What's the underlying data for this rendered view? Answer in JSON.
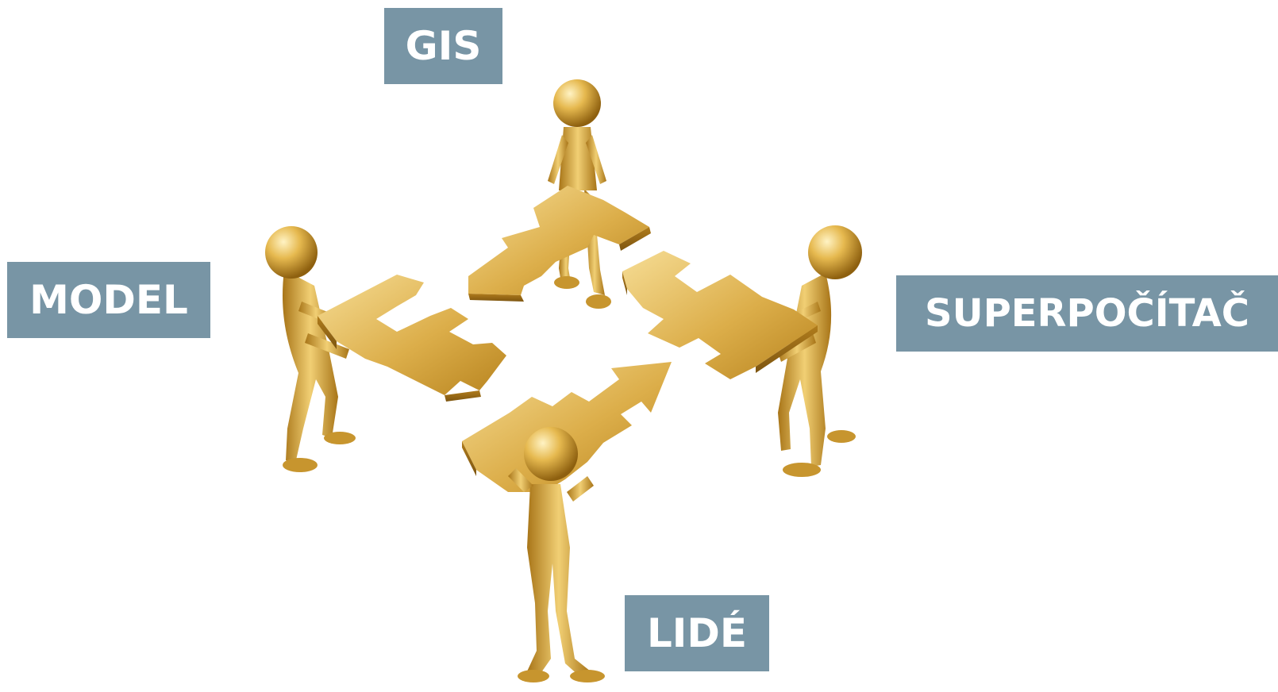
{
  "labels": {
    "gis": "GIS",
    "model": "MODEL",
    "superpocitac": "SUPERPOČÍTAČ",
    "lide": "LIDÉ"
  },
  "colors": {
    "label_background": "#7895a5",
    "label_text": "#ffffff",
    "gold_light": "#f4d98a",
    "gold_mid": "#d9a93f",
    "gold_dark": "#9a6a12"
  },
  "illustration": {
    "figures": [
      "gold-figure-top",
      "gold-figure-left",
      "gold-figure-right",
      "gold-figure-bottom"
    ],
    "pieces": [
      "arrow-puzzle-piece-top",
      "arrow-puzzle-piece-left",
      "arrow-puzzle-piece-right",
      "arrow-puzzle-piece-bottom"
    ]
  }
}
